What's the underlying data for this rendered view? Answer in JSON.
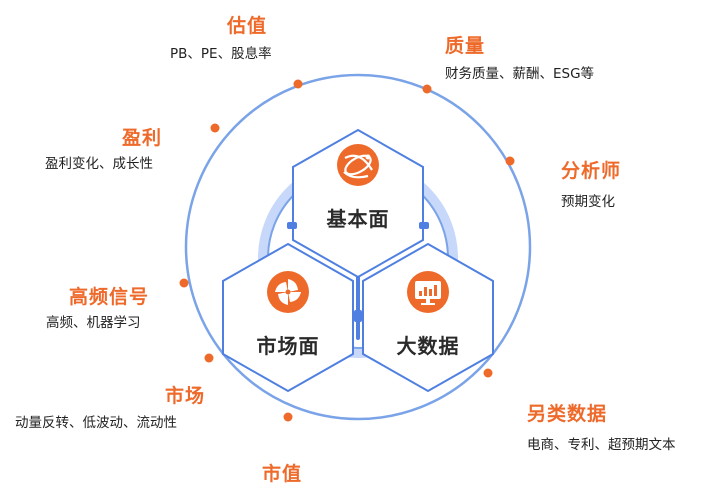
{
  "colors": {
    "accent": "#ee6a2a",
    "ring": "#7aa3e8",
    "hex_stroke": "#4f80e1",
    "connector": "#4f80e1",
    "halo": "#c7d8fa"
  },
  "hexagons": [
    {
      "id": "fundamental",
      "label": "基本面",
      "icon": "globe-icon"
    },
    {
      "id": "market",
      "label": "市场面",
      "icon": "pinwheel-icon"
    },
    {
      "id": "bigdata",
      "label": "大数据",
      "icon": "chart-screen-icon"
    }
  ],
  "factors": [
    {
      "id": "valuation",
      "title": "估值",
      "desc": "PB、PE、股息率"
    },
    {
      "id": "quality",
      "title": "质量",
      "desc": "财务质量、薪酬、ESG等"
    },
    {
      "id": "profit",
      "title": "盈利",
      "desc": "盈利变化、成长性"
    },
    {
      "id": "analyst",
      "title": "分析师",
      "desc": "预期变化"
    },
    {
      "id": "hf",
      "title": "高频信号",
      "desc": "高频、机器学习"
    },
    {
      "id": "market",
      "title": "市场",
      "desc": "动量反转、低波动、流动性"
    },
    {
      "id": "alt",
      "title": "另类数据",
      "desc": "电商、专利、超预期文本"
    },
    {
      "id": "cap",
      "title": "市值",
      "desc": ""
    }
  ]
}
